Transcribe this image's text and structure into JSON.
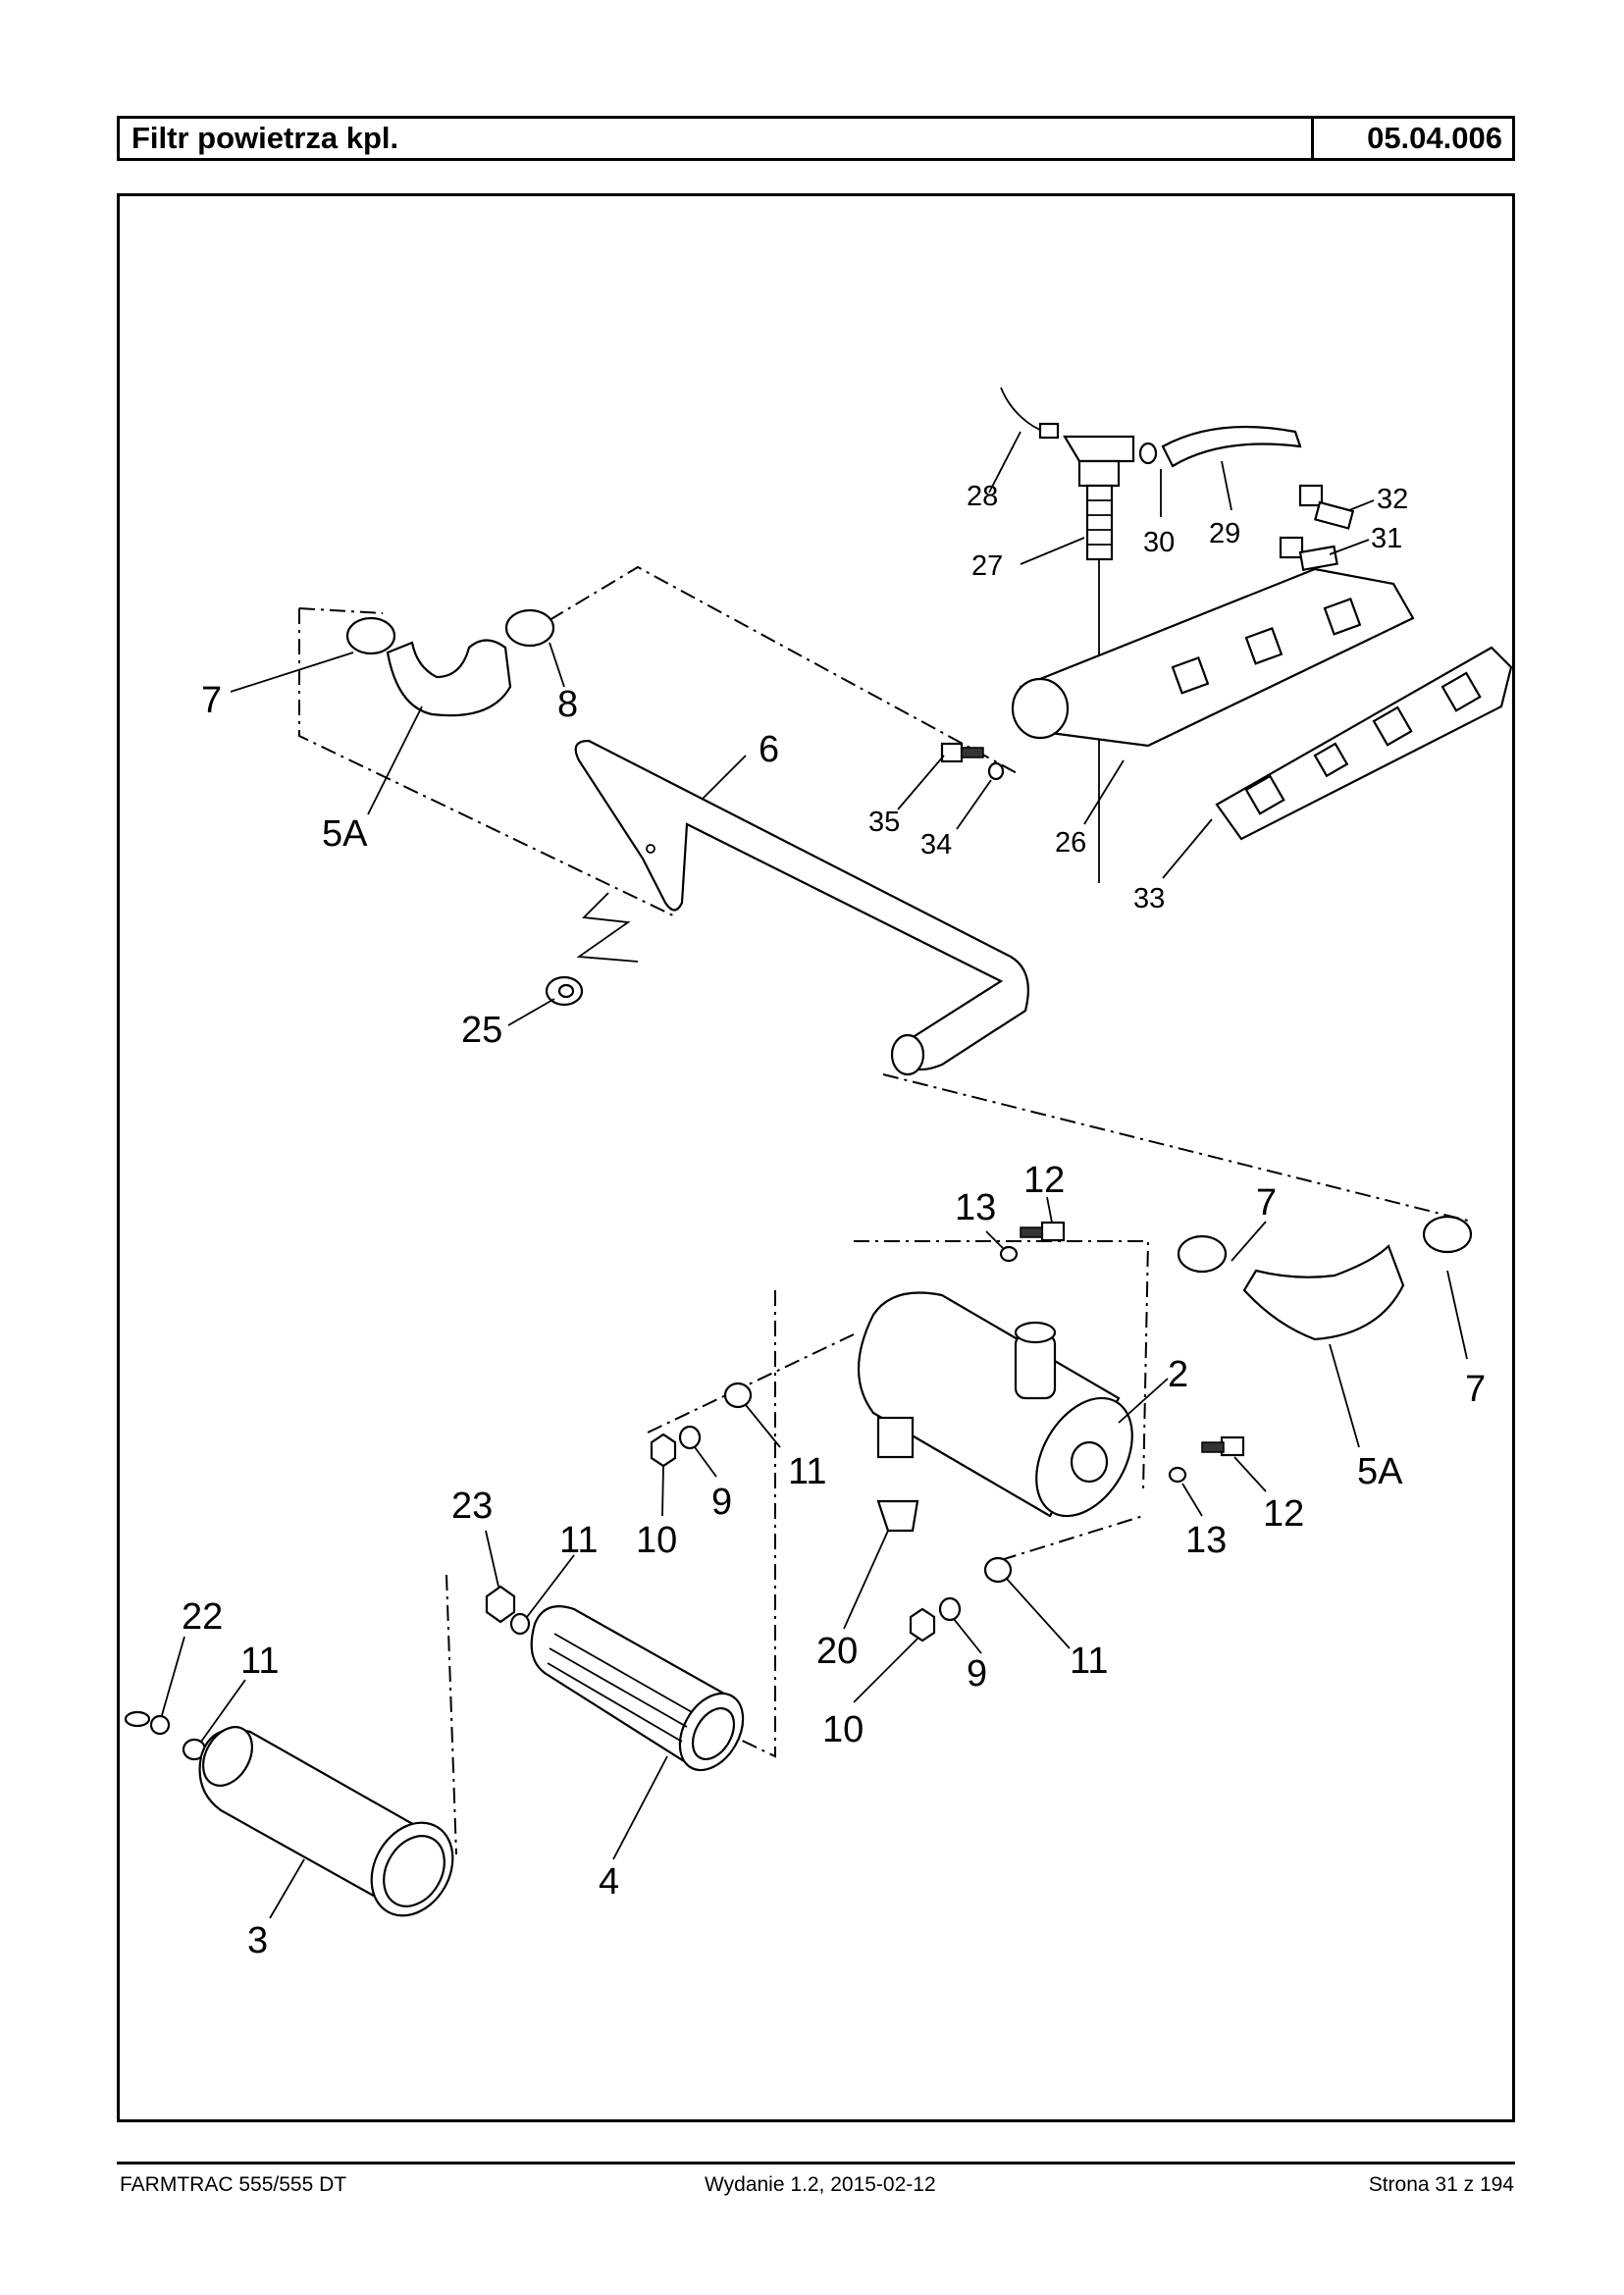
{
  "header": {
    "title": "Filtr powietrza kpl.",
    "code": "05.04.006"
  },
  "footer": {
    "left": "FARMTRAC 555/555 DT",
    "center": "Wydanie 1.2,  2015-02-12",
    "right": "Strona 31 z 194"
  },
  "callouts": {
    "c28": "28",
    "c27": "27",
    "c30": "30",
    "c29": "29",
    "c32": "32",
    "c31": "31",
    "c7a": "7",
    "c8": "8",
    "c5a_top": "5A",
    "c6": "6",
    "c35": "35",
    "c34": "34",
    "c26": "26",
    "c33": "33",
    "c25": "25",
    "c13a": "13",
    "c12a": "12",
    "c7b": "7",
    "c2": "2",
    "c7c": "7",
    "c5a_right": "5A",
    "c11a": "11",
    "c9a": "9",
    "c10a": "10",
    "c13b": "13",
    "c12b": "12",
    "c23": "23",
    "c11b": "11",
    "c20": "20",
    "c11c": "11",
    "c9b": "9",
    "c10b": "10",
    "c22": "22",
    "c11d": "11",
    "c4": "4",
    "c3": "3"
  }
}
